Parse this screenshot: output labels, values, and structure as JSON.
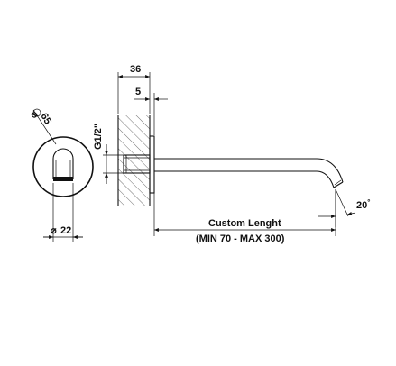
{
  "labels": {
    "wall_thickness": "36",
    "flange_depth": "5",
    "thread": "G1/2\"",
    "flange_diameter": "65",
    "flange_diameter_symbol": "⌀",
    "spout_diameter": "22",
    "spout_diameter_symbol": "⌀",
    "length_title": "Custom Lenght",
    "length_range": "(MIN 70 - MAX 300)",
    "angle": "20",
    "angle_unit": "°"
  }
}
